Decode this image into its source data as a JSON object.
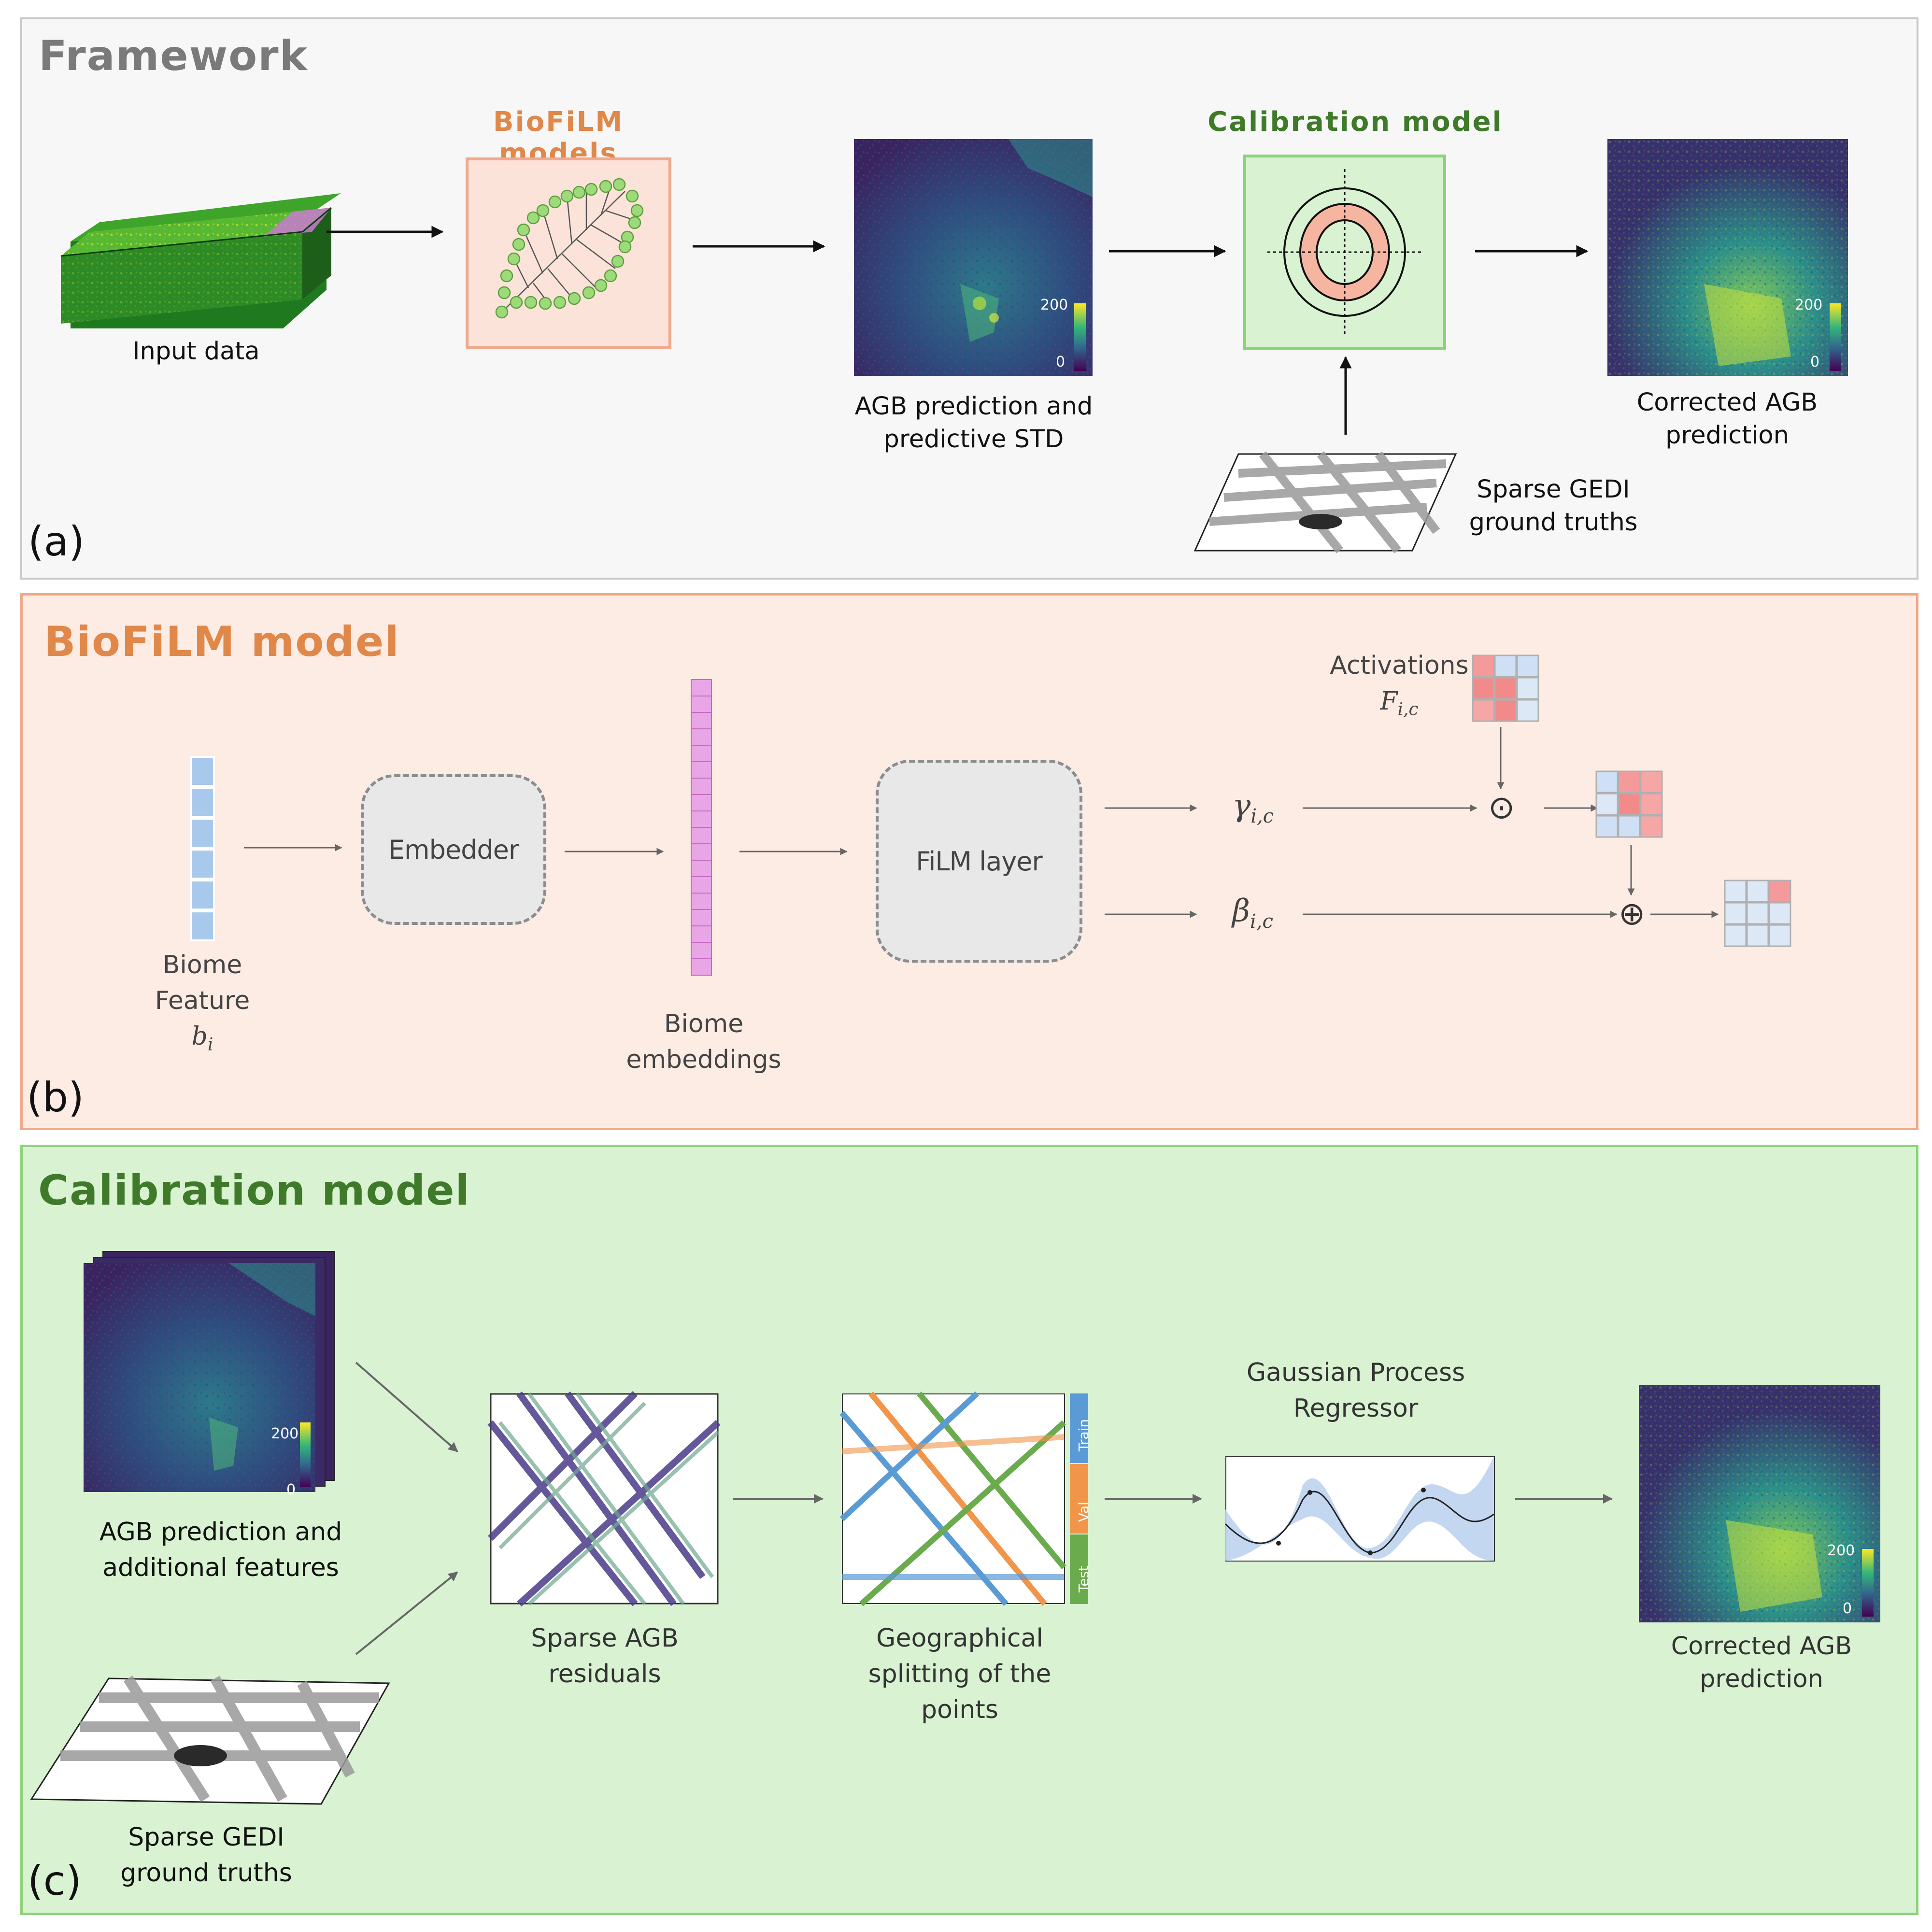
{
  "panel_a": {
    "title": "Framework",
    "tag": "(a)",
    "input_label": "Input data",
    "biofilm_title": "BioFiLM models",
    "prediction_label_1": "AGB prediction and",
    "prediction_label_2": "predictive STD",
    "calibration_title": "Calibration model",
    "corrected_label_1": "Corrected AGB",
    "corrected_label_2": "prediction",
    "gedi_label_1": "Sparse GEDI",
    "gedi_label_2": "ground truths",
    "colorbar_max": "200",
    "colorbar_min": "0"
  },
  "panel_b": {
    "title": "BioFiLM model",
    "tag": "(b)",
    "biome_feature_1": "Biome",
    "biome_feature_2": "Feature",
    "biome_feature_symbol": "b",
    "biome_feature_sub": "i",
    "embedder": "Embedder",
    "embeddings_1": "Biome",
    "embeddings_2": "embeddings",
    "film_layer": "FiLM layer",
    "activations": "Activations",
    "activations_symbol": "F",
    "activations_sub": "i,c",
    "gamma_symbol": "γ",
    "gamma_sub": "i,c",
    "beta_symbol": "β",
    "beta_sub": "i,c",
    "hadamard": "⊙",
    "oplus": "⊕"
  },
  "panel_c": {
    "title": "Calibration model",
    "tag": "(c)",
    "prediction_label_1": "AGB prediction and",
    "prediction_label_2": "additional features",
    "gedi_label_1": "Sparse GEDI",
    "gedi_label_2": "ground truths",
    "residuals_label_1": "Sparse AGB",
    "residuals_label_2": "residuals",
    "split_label_1": "Geographical",
    "split_label_2": "splitting of the",
    "split_label_3": "points",
    "split_train": "Train",
    "split_val": "Val",
    "split_test": "Test",
    "gp_label_1": "Gaussian Process",
    "gp_label_2": "Regressor",
    "corrected_label_1": "Corrected AGB",
    "corrected_label_2": "prediction",
    "colorbar_max": "200",
    "colorbar_min": "0"
  },
  "colors": {
    "orange_title": "#e0874a",
    "green_title": "#3f7a2a",
    "gray_title": "#7a7a7a",
    "viridis_dark": "#3b1f5c",
    "viridis_mid": "#2f7d8c",
    "viridis_light": "#d6e03c"
  }
}
